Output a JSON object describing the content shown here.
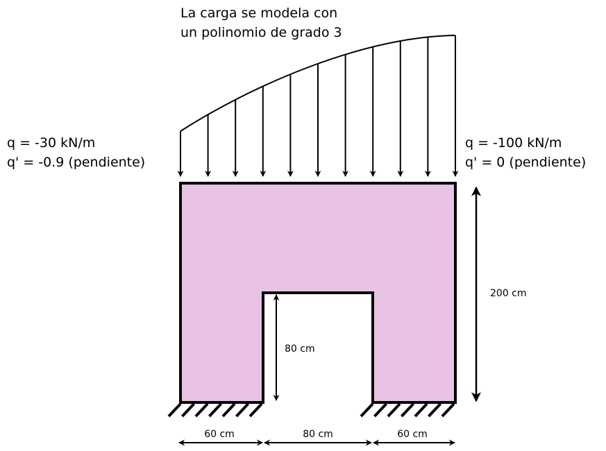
{
  "title": {
    "line1": "La carga se modela con",
    "line2": "un polinomio de grado 3"
  },
  "load_left": {
    "q": "q = -30 kN/m",
    "slope": "q' = -0.9 (pendiente)"
  },
  "load_right": {
    "q": "q = -100 kN/m",
    "slope": "q' = 0 (pendiente)"
  },
  "dimensions": {
    "height_total": "200 cm",
    "opening_height": "80 cm",
    "base_left": "60 cm",
    "base_middle": "80 cm",
    "base_right": "60 cm"
  },
  "colors": {
    "body_fill": "#e8c3e3",
    "stroke": "#000000"
  },
  "load_arrow_count": 11
}
